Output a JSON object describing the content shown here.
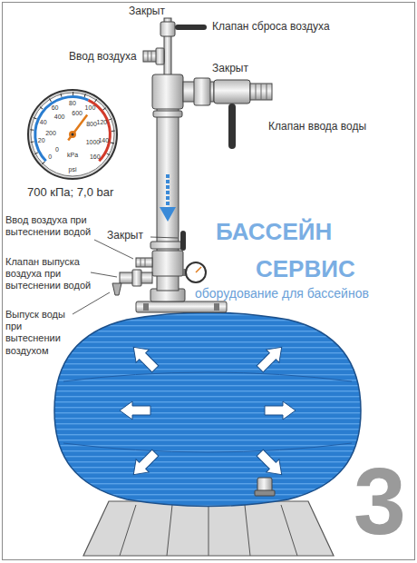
{
  "diagram": {
    "labels": [
      "Клапан сброса воздуха",
      "Закрыт",
      "Ввод воздуха",
      "Закрыт",
      "Клапан ввода воды",
      "700 кПа; 7,0 bar",
      "Закрыт",
      "Ввод воздуха при вытеснении водой",
      "Клапан выпуска воздуха при вытеснении водой",
      "Выпуск воды при вытеснении воздухом",
      "БАССЕЙН",
      "СЕРВИС",
      "оборудование для бассейнов",
      "3",
      "psi",
      "kPa",
      "0",
      "20",
      "40",
      "60",
      "80",
      "100",
      "120",
      "140",
      "160",
      "0",
      "200",
      "400",
      "600",
      "800",
      "1000"
    ]
  }
}
